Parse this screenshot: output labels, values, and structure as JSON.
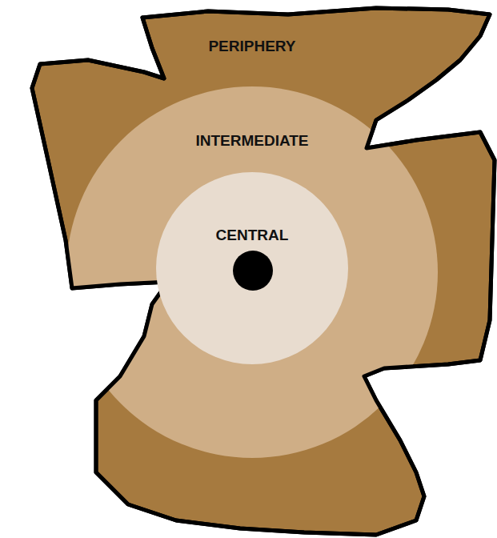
{
  "diagram": {
    "nodes": [
      {
        "text": [
          "PERIPHERY"
        ]
      },
      {
        "text": [
          "INTERMEDIATE"
        ],
        "in": 0
      },
      {
        "text": [
          "CENTRAL"
        ],
        "in": 1
      }
    ]
  }
}
